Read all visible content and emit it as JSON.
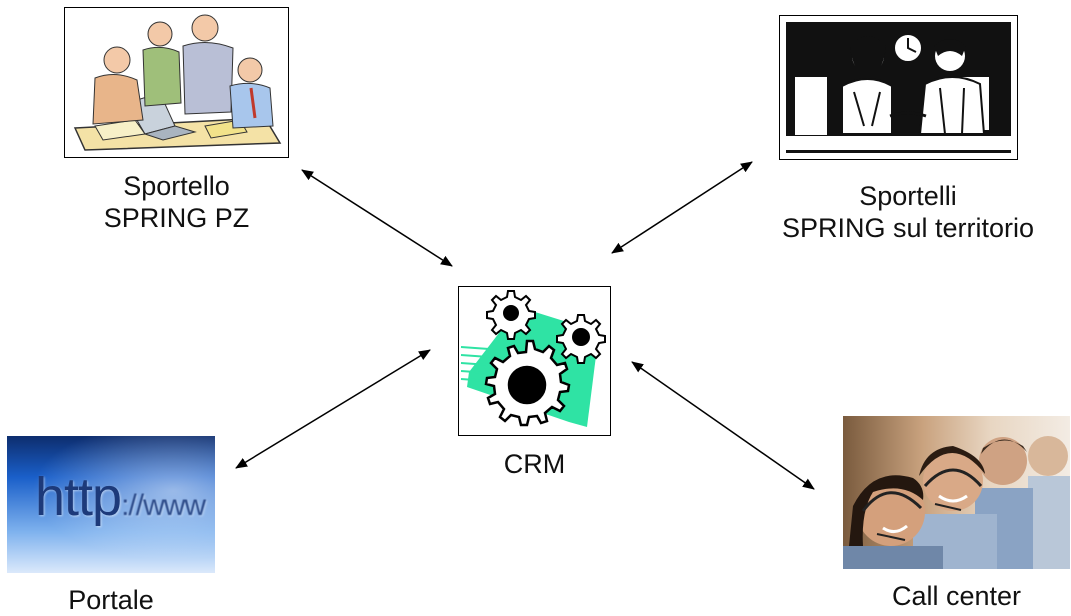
{
  "nodes": {
    "sportello_pz": {
      "line1": "Sportello",
      "line2": "SPRING PZ"
    },
    "sportelli_territorio": {
      "line1": "Sportelli",
      "line2": "SPRING sul territorio"
    },
    "crm": {
      "label": "CRM"
    },
    "portale": {
      "label": "Portale",
      "image_text_big": "http",
      "image_text_small": "://www"
    },
    "call_center": {
      "label": "Call center"
    }
  },
  "icons": [
    "meeting-clipart-icon",
    "counter-service-clipart-icon",
    "gears-icon",
    "browser-http-icon",
    "call-center-photo-icon"
  ],
  "colors": {
    "arrow": "#000000",
    "gear_accent": "#2fe3a4",
    "portal_blue": "#1a5fc9"
  }
}
